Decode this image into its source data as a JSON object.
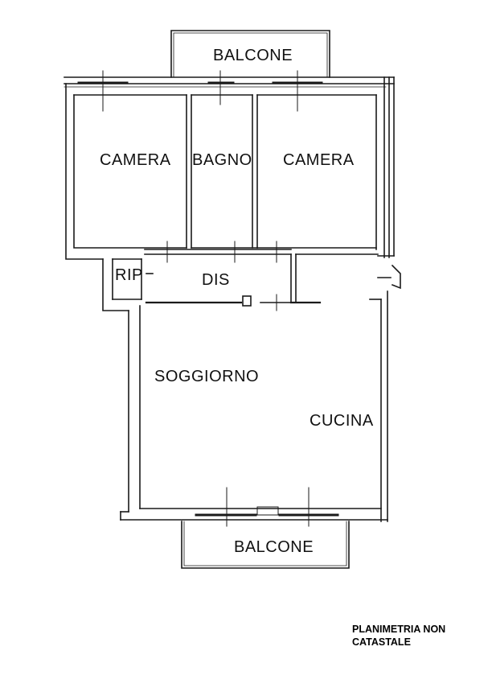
{
  "rooms": {
    "balcony_top": "BALCONE",
    "bedroom_left": "CAMERA",
    "bathroom": "BAGNO",
    "bedroom_right": "CAMERA",
    "storage": "RIP",
    "hallway": "DIS",
    "living": "SOGGIORNO",
    "kitchen": "CUCINA",
    "balcony_bottom": "BALCONE"
  },
  "note": {
    "line1": "PLANIMETRIA NON",
    "line2": "CATASTALE"
  }
}
